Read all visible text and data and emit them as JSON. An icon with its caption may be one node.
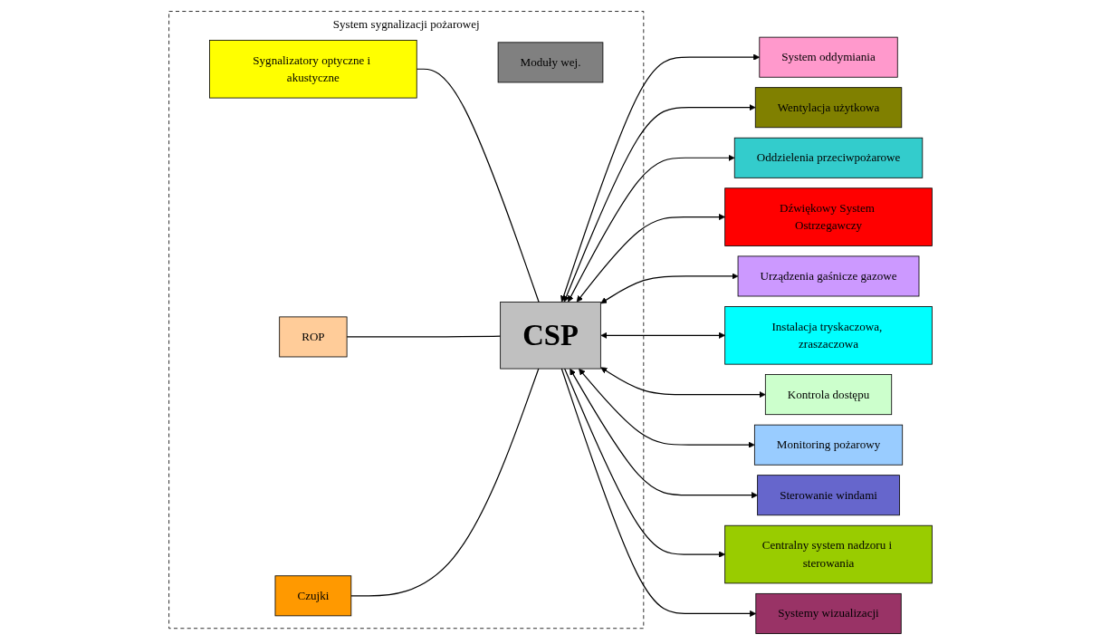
{
  "diagram": {
    "nodes": [
      {
        "text": [
          "System sygnalizacji pożarowej"
        ]
      },
      {
        "text": [
          "Sygnalizatory optyczne i akustyczne"
        ],
        "in": 0
      },
      {
        "text": [
          "Moduły wej."
        ],
        "in": 0
      },
      {
        "text": [
          "ROP"
        ],
        "in": 0
      },
      {
        "text": [
          "Czujki"
        ],
        "in": 0
      },
      {
        "text": [
          "CSP"
        ],
        "in": 0
      },
      {
        "text": [
          "System oddymiania"
        ]
      },
      {
        "text": [
          "Wentylacja użytkowa"
        ]
      },
      {
        "text": [
          "Oddzielenia przeciwpożarowe"
        ]
      },
      {
        "text": [
          "Dźwiękowy System Ostrzegawczy"
        ]
      },
      {
        "text": [
          "Urządzenia gaśnicze gazowe"
        ]
      },
      {
        "text": [
          "Instalacja tryskaczowa, zraszaczowa"
        ]
      },
      {
        "text": [
          "Kontrola dostępu"
        ]
      },
      {
        "text": [
          "Monitoring pożarowy"
        ]
      },
      {
        "text": [
          "Sterowanie windami"
        ]
      },
      {
        "text": [
          "Centralny system nadzoru i sterowania"
        ]
      },
      {
        "text": [
          "Systemy wizualizacji"
        ]
      }
    ],
    "edges": [
      {
        "from": 1,
        "to": 5,
        "arrow": "none"
      },
      {
        "from": 3,
        "to": 5,
        "arrow": "none"
      },
      {
        "from": 4,
        "to": 5,
        "arrow": "none"
      },
      {
        "from": 5,
        "to": 6,
        "arrow": "both"
      },
      {
        "from": 5,
        "to": 7,
        "arrow": "both"
      },
      {
        "from": 5,
        "to": 8,
        "arrow": "both"
      },
      {
        "from": 5,
        "to": 9,
        "arrow": "both"
      },
      {
        "from": 5,
        "to": 10,
        "arrow": "both"
      },
      {
        "from": 5,
        "to": 11,
        "arrow": "both"
      },
      {
        "from": 5,
        "to": 12,
        "arrow": "both"
      },
      {
        "from": 5,
        "to": 13,
        "arrow": "both"
      },
      {
        "from": 5,
        "to": 14,
        "arrow": "both"
      },
      {
        "from": 5,
        "to": 15,
        "arrow": "to"
      },
      {
        "from": 5,
        "to": 16,
        "arrow": "to"
      }
    ]
  }
}
